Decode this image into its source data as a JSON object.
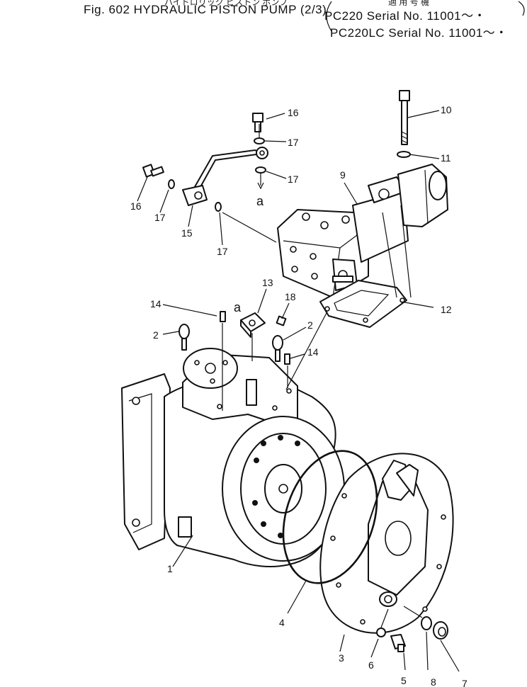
{
  "header": {
    "japanese_left": "ハイドロリック ピストン ポンプ",
    "japanese_right": "適 用 号 機",
    "figure_title": "Fig. 602  HYDRAULIC PISTON PUMP (2/3)",
    "applicability": [
      "PC220     Serial No. 11001～・",
      "PC220LC  Serial No. 11001～・"
    ]
  },
  "callouts": {
    "n1": "1",
    "n2a": "2",
    "n2b": "2",
    "n3": "3",
    "n4": "4",
    "n5": "5",
    "n6": "6",
    "n7": "7",
    "n8": "8",
    "n9": "9",
    "n10": "10",
    "n11": "11",
    "n12": "12",
    "n13": "13",
    "n14a": "14",
    "n14b": "14",
    "n15": "15",
    "n16a": "16",
    "n16b": "16",
    "n17a": "17",
    "n17b": "17",
    "n17c": "17",
    "n17d": "17",
    "n18": "18",
    "ref_a1": "a",
    "ref_a2": "a"
  }
}
